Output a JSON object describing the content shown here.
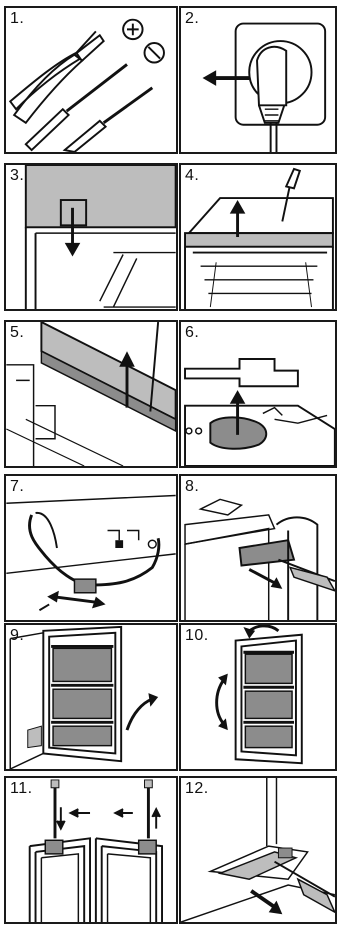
{
  "steps": [
    {
      "label": "1."
    },
    {
      "label": "2."
    },
    {
      "label": "3."
    },
    {
      "label": "4."
    },
    {
      "label": "5."
    },
    {
      "label": "6."
    },
    {
      "label": "7."
    },
    {
      "label": "8."
    },
    {
      "label": "9."
    },
    {
      "label": "10."
    },
    {
      "label": "11."
    },
    {
      "label": "12."
    }
  ],
  "colors": {
    "outline": "#1a1a1a",
    "gray": "#bdbdbd",
    "dark_gray": "#8c8c8c",
    "background": "#ffffff"
  }
}
